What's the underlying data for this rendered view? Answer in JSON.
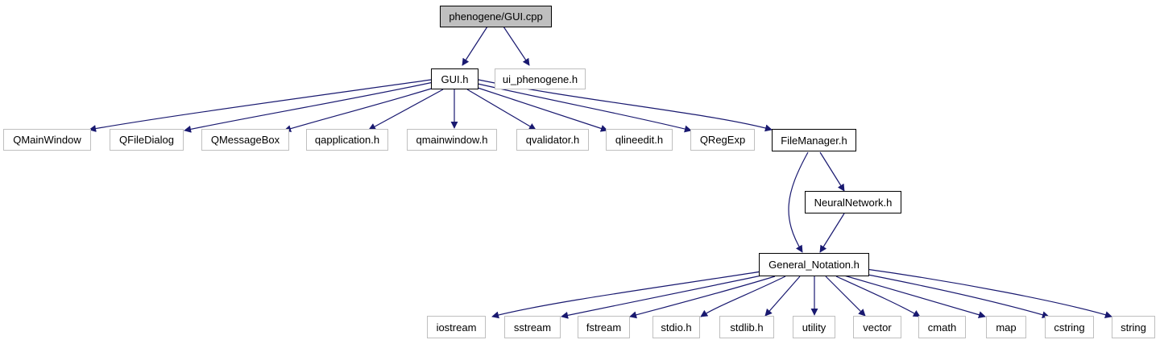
{
  "colors": {
    "edge": "#191970",
    "root_fill": "#bfbfbf",
    "internal_border": "#000000",
    "external_border": "#bfbfbf"
  },
  "nodes": {
    "root": "phenogene/GUI.cpp",
    "gui_h": "GUI.h",
    "ui_phenogene_h": "ui_phenogene.h",
    "qmainwindow": "QMainWindow",
    "qfiledialog": "QFileDialog",
    "qmessagebox": "QMessageBox",
    "qapplication_h": "qapplication.h",
    "qmainwindow_h": "qmainwindow.h",
    "qvalidator_h": "qvalidator.h",
    "qlineedit_h": "qlineedit.h",
    "qregexp": "QRegExp",
    "filemanager_h": "FileManager.h",
    "neuralnetwork_h": "NeuralNetwork.h",
    "general_notation_h": "General_Notation.h",
    "iostream": "iostream",
    "sstream": "sstream",
    "fstream": "fstream",
    "stdio_h": "stdio.h",
    "stdlib_h": "stdlib.h",
    "utility": "utility",
    "vector": "vector",
    "cmath": "cmath",
    "map": "map",
    "cstring": "cstring",
    "string": "string"
  }
}
